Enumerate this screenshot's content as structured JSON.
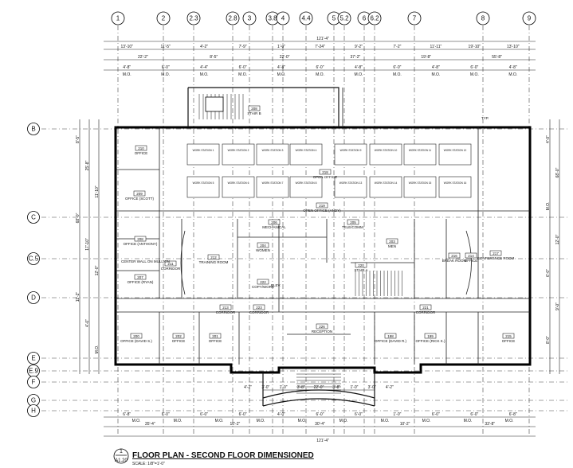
{
  "title_block": {
    "detail_number": "1",
    "sheet_number": "A1.20",
    "title": "FLOOR PLAN - SECOND FLOOR DIMENSIONED",
    "scale": "SCALE: 1/8\"=1'-0\""
  },
  "column_grid": [
    "1",
    "2",
    "2.3",
    "2.8",
    "3",
    "3.8",
    "4",
    "4.4",
    "5",
    "5.2",
    "6",
    "6.2",
    "7",
    "8",
    "9"
  ],
  "row_grid": [
    "B",
    "C",
    "C.5",
    "D",
    "E",
    "E.9",
    "F",
    "G",
    "H"
  ],
  "top_dimensions": {
    "overall": "121'-4\"",
    "row1": [
      "13'-10\"",
      "11'-5\"",
      "4'-2\"",
      "7'-9\"",
      "1'-0\"",
      "7'-24\"",
      "9'-2\"",
      "7'-2\"",
      "11'-11\"",
      "19'-10\"",
      "13'-10\""
    ],
    "row2": [
      "22'-2\"",
      "8'-5\"",
      "22'-0\"",
      "37'-2\"",
      "19'-8\"",
      "55'-8\""
    ],
    "row3": [
      "4'-8\"",
      "6'-0\"",
      "4'-4\"",
      "6'-0\"",
      "4'-8\"",
      "6'-0\"",
      "4'-8\"",
      "6'-0\"",
      "4'-8\"",
      "6'-0\"",
      "4'-8\""
    ],
    "mo": "M.O."
  },
  "bottom_dimensions": {
    "overall": "121'-4\"",
    "row1": [
      "6'-8\"",
      "6'-0\"",
      "6'-0\"",
      "6'-0\"",
      "4'-0\"",
      "6'-0\"",
      "6'-0\"",
      "1'-0\"",
      "6'-0\"",
      "6'-0\"",
      "6'-8\""
    ],
    "row2": [
      "35'-4\"",
      "10'-2\"",
      "30'-4\"",
      "10'-2\"",
      "33'-8\""
    ],
    "row3": [
      "4'-2\"",
      "3'-0\"",
      "1'-0\"",
      "3'-8\"",
      "22'-0\"",
      "3'-8\"",
      "1'-0\"",
      "3'-0\"",
      "4'-2\""
    ],
    "mo": "M.O."
  },
  "left_dimensions": [
    "8'-5\"",
    "25'-8\"",
    "11'-10\"",
    "68'-0\"",
    "17'-10\"",
    "12'-0\"",
    "11'-2\"",
    "4'-0\"",
    "M.O."
  ],
  "right_dimensions": [
    "4'-0\"",
    "68'-0\"",
    "M.O.",
    "12'-0\"",
    "6'-0\"",
    "9'-0\"",
    "8'-0\""
  ],
  "rooms": [
    {
      "id": "r210",
      "num": "210",
      "name": "OFFICE"
    },
    {
      "id": "r209",
      "num": "209",
      "name": "OFFICE (SCOTT)"
    },
    {
      "id": "r208",
      "num": "208",
      "name": "OFFICE (ANTHONY)"
    },
    {
      "id": "r207",
      "num": "207",
      "name": "OFFICE (RYAN)"
    },
    {
      "id": "r211",
      "num": "211",
      "name": "CORRIDOR"
    },
    {
      "id": "r212",
      "num": "212",
      "name": "TRAINING ROOM"
    },
    {
      "id": "r206",
      "num": "206",
      "name": "MECHANICAL"
    },
    {
      "id": "r205",
      "num": "205",
      "name": "TELE/COMM."
    },
    {
      "id": "r204",
      "num": "204",
      "name": "WOMEN"
    },
    {
      "id": "r203",
      "num": "203",
      "name": "MEN"
    },
    {
      "id": "r218",
      "num": "218",
      "name": "OPEN OFFICE"
    },
    {
      "id": "r219",
      "num": "219",
      "name": "OPEN OFFICE (ANDY)"
    },
    {
      "id": "r222",
      "num": "222",
      "name": "COPY/WORK"
    },
    {
      "id": "r213",
      "num": "213",
      "name": "CORRIDOR"
    },
    {
      "id": "r220",
      "num": "220",
      "name": "STAIR A"
    },
    {
      "id": "r221",
      "num": "221",
      "name": "CORRIDOR"
    },
    {
      "id": "r217",
      "num": "217",
      "name": "CONFERENCE ROOM"
    },
    {
      "id": "r216",
      "num": "216",
      "name": "BREAK ROOM"
    },
    {
      "id": "r214",
      "num": "214",
      "name": "OFFICE"
    },
    {
      "id": "r215",
      "num": "215",
      "name": "OFFICE"
    },
    {
      "id": "r202",
      "num": "202",
      "name": "OFFICE"
    },
    {
      "id": "r201",
      "num": "201",
      "name": "OFFICE"
    },
    {
      "id": "r200",
      "num": "200",
      "name": "OFFICE (DAVID S.)"
    },
    {
      "id": "r199",
      "num": "199",
      "name": "OFFICE (RICK K.)"
    },
    {
      "id": "r198",
      "num": "198",
      "name": "OFFICE (DAVID R.)"
    },
    {
      "id": "r226",
      "num": "226",
      "name": "RECEPTION"
    },
    {
      "id": "r208b",
      "num": "208",
      "name": "STAIR B"
    },
    {
      "id": "r223",
      "num": "223",
      "name": "CORRIDOR"
    }
  ],
  "workstations_top": [
    "WORK STATION 1",
    "WORK STATION 2",
    "WORK STATION 3",
    "WORK STATION 4",
    "WORK STATION 9",
    "WORK STATION 10",
    "WORK STATION 11",
    "WORK STATION 12"
  ],
  "workstations_bottom": [
    "WORK STATION 5",
    "WORK STATION 6",
    "WORK STATION 7",
    "WORK STATION 8",
    "WORK STATION 13",
    "WORK STATION 14",
    "WORK STATION 15",
    "WORK STATION 16"
  ],
  "annotations": {
    "center_wall": "CENTER WALL ON MULLION",
    "typ": "TYP.",
    "elev": "ELEV."
  }
}
